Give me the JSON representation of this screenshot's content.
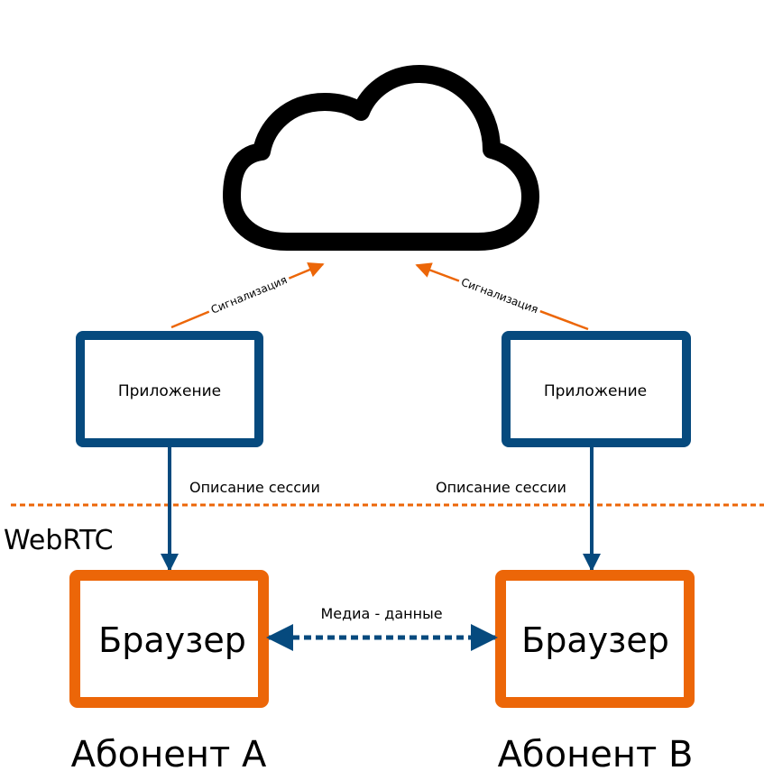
{
  "colors": {
    "app_border": "#064a7e",
    "browser_border": "#ec6608",
    "signal_arrow": "#ec6608",
    "session_arrow": "#064a7e",
    "media_arrow": "#064a7e",
    "divider": "#ec6608",
    "cloud": "#000000"
  },
  "cloud": {
    "icon": "cloud-icon"
  },
  "signaling": {
    "left_label": "Сигнализация",
    "right_label": "Сигнализация"
  },
  "apps": {
    "left_label": "Приложение",
    "right_label": "Приложение"
  },
  "session": {
    "left_label": "Описание сессии",
    "right_label": "Описание сессии"
  },
  "divider": {
    "label": "WebRTC"
  },
  "browsers": {
    "left_label": "Браузер",
    "right_label": "Браузер"
  },
  "media": {
    "label": "Медиа - данные"
  },
  "subscribers": {
    "left_label": "Абонент A",
    "right_label": "Абонент B"
  }
}
